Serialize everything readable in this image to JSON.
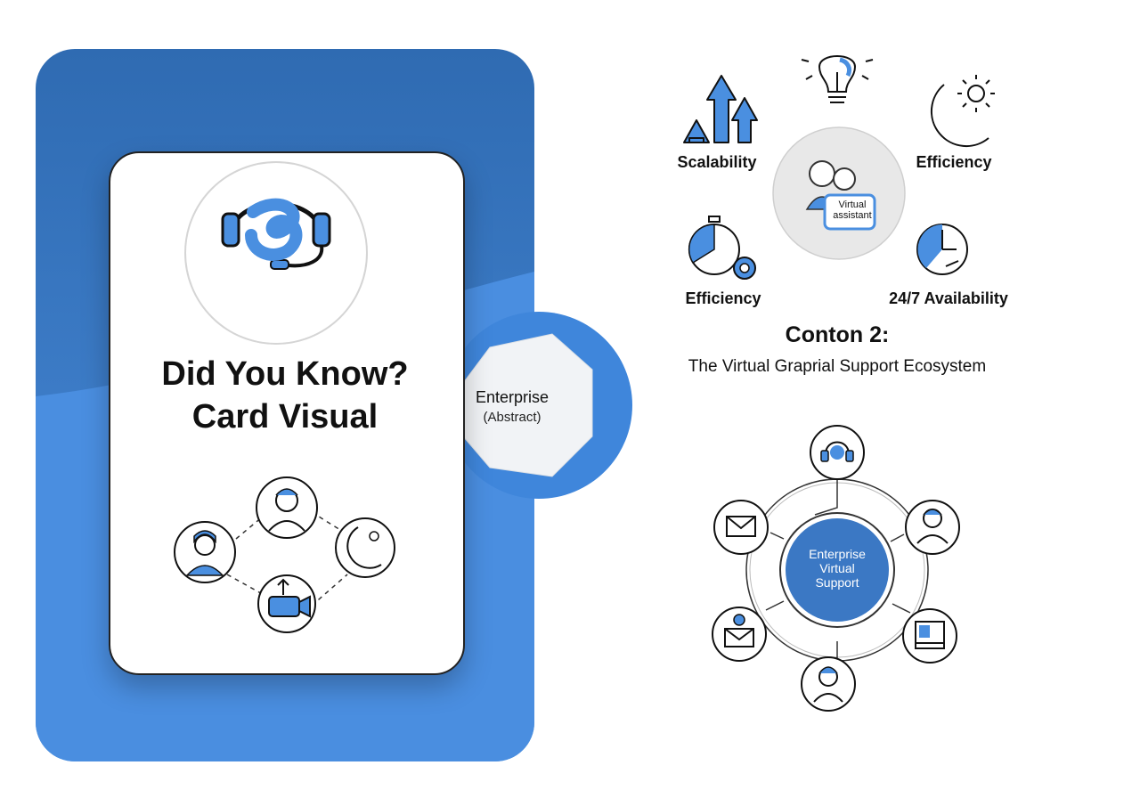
{
  "card": {
    "title_line1": "Did You Know?",
    "title_line2": "Card Visual"
  },
  "bubble": {
    "title": "Enterprise",
    "subtitle": "(Abstract)"
  },
  "benefits": {
    "scalability": "Scalability",
    "efficiency_top": "Efficiency",
    "efficiency_bottom": "Efficiency",
    "availability": "24/7 Availability",
    "center_line1": "Virtual",
    "center_line2": "assistant"
  },
  "heading": {
    "line1": "Conton 2:",
    "line2": "The Virtual Graprial Support Ecosystem"
  },
  "ecosystem": {
    "center_line1": "Enterprise",
    "center_line2": "Virtual",
    "center_line3": "Support"
  },
  "colors": {
    "accent": "#4a8fe0",
    "panel_dark": "#2f6bb2",
    "panel_light": "#4e93df",
    "center_fill": "#3b78c4"
  }
}
